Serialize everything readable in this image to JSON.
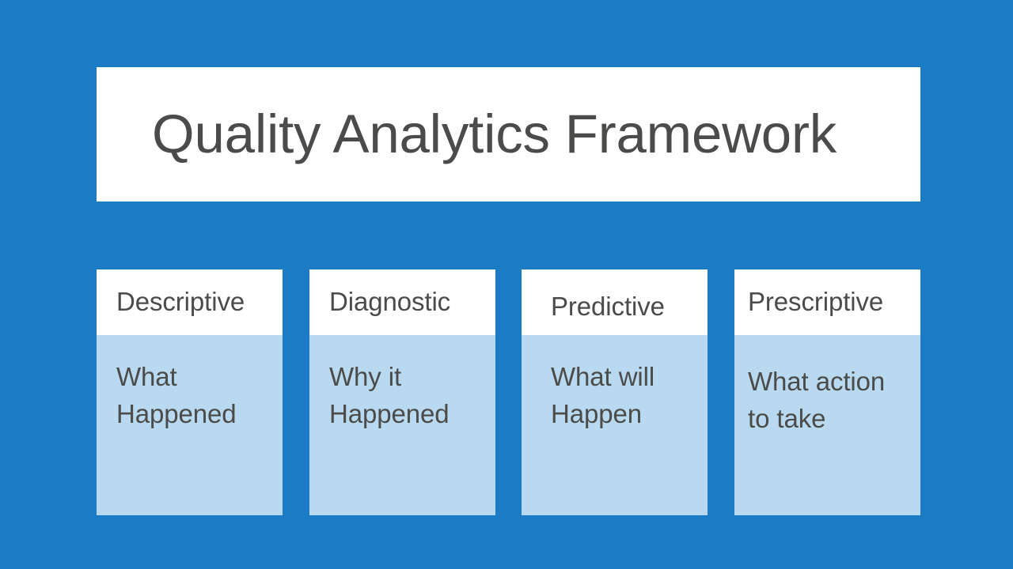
{
  "slide": {
    "background_color": "#1b7cc5",
    "title": {
      "text": "Quality Analytics Framework",
      "background_color": "#ffffff",
      "text_color": "#4b4b49"
    },
    "cards": [
      {
        "header": "Descriptive",
        "body": "What\nHappened",
        "header_background": "#ffffff",
        "body_background": "#b8d9ef",
        "text_color": "#4b4b49"
      },
      {
        "header": "Diagnostic",
        "body": "Why it\nHappened",
        "header_background": "#ffffff",
        "body_background": "#b8d9ef",
        "text_color": "#4b4b49"
      },
      {
        "header": "Predictive",
        "body": "What will\nHappen",
        "header_background": "#ffffff",
        "body_background": "#b8d9ef",
        "text_color": "#4b4b49"
      },
      {
        "header": "Prescriptive",
        "body": "What action\nto take",
        "header_background": "#ffffff",
        "body_background": "#b8d9ef",
        "text_color": "#4b4b49"
      }
    ]
  }
}
